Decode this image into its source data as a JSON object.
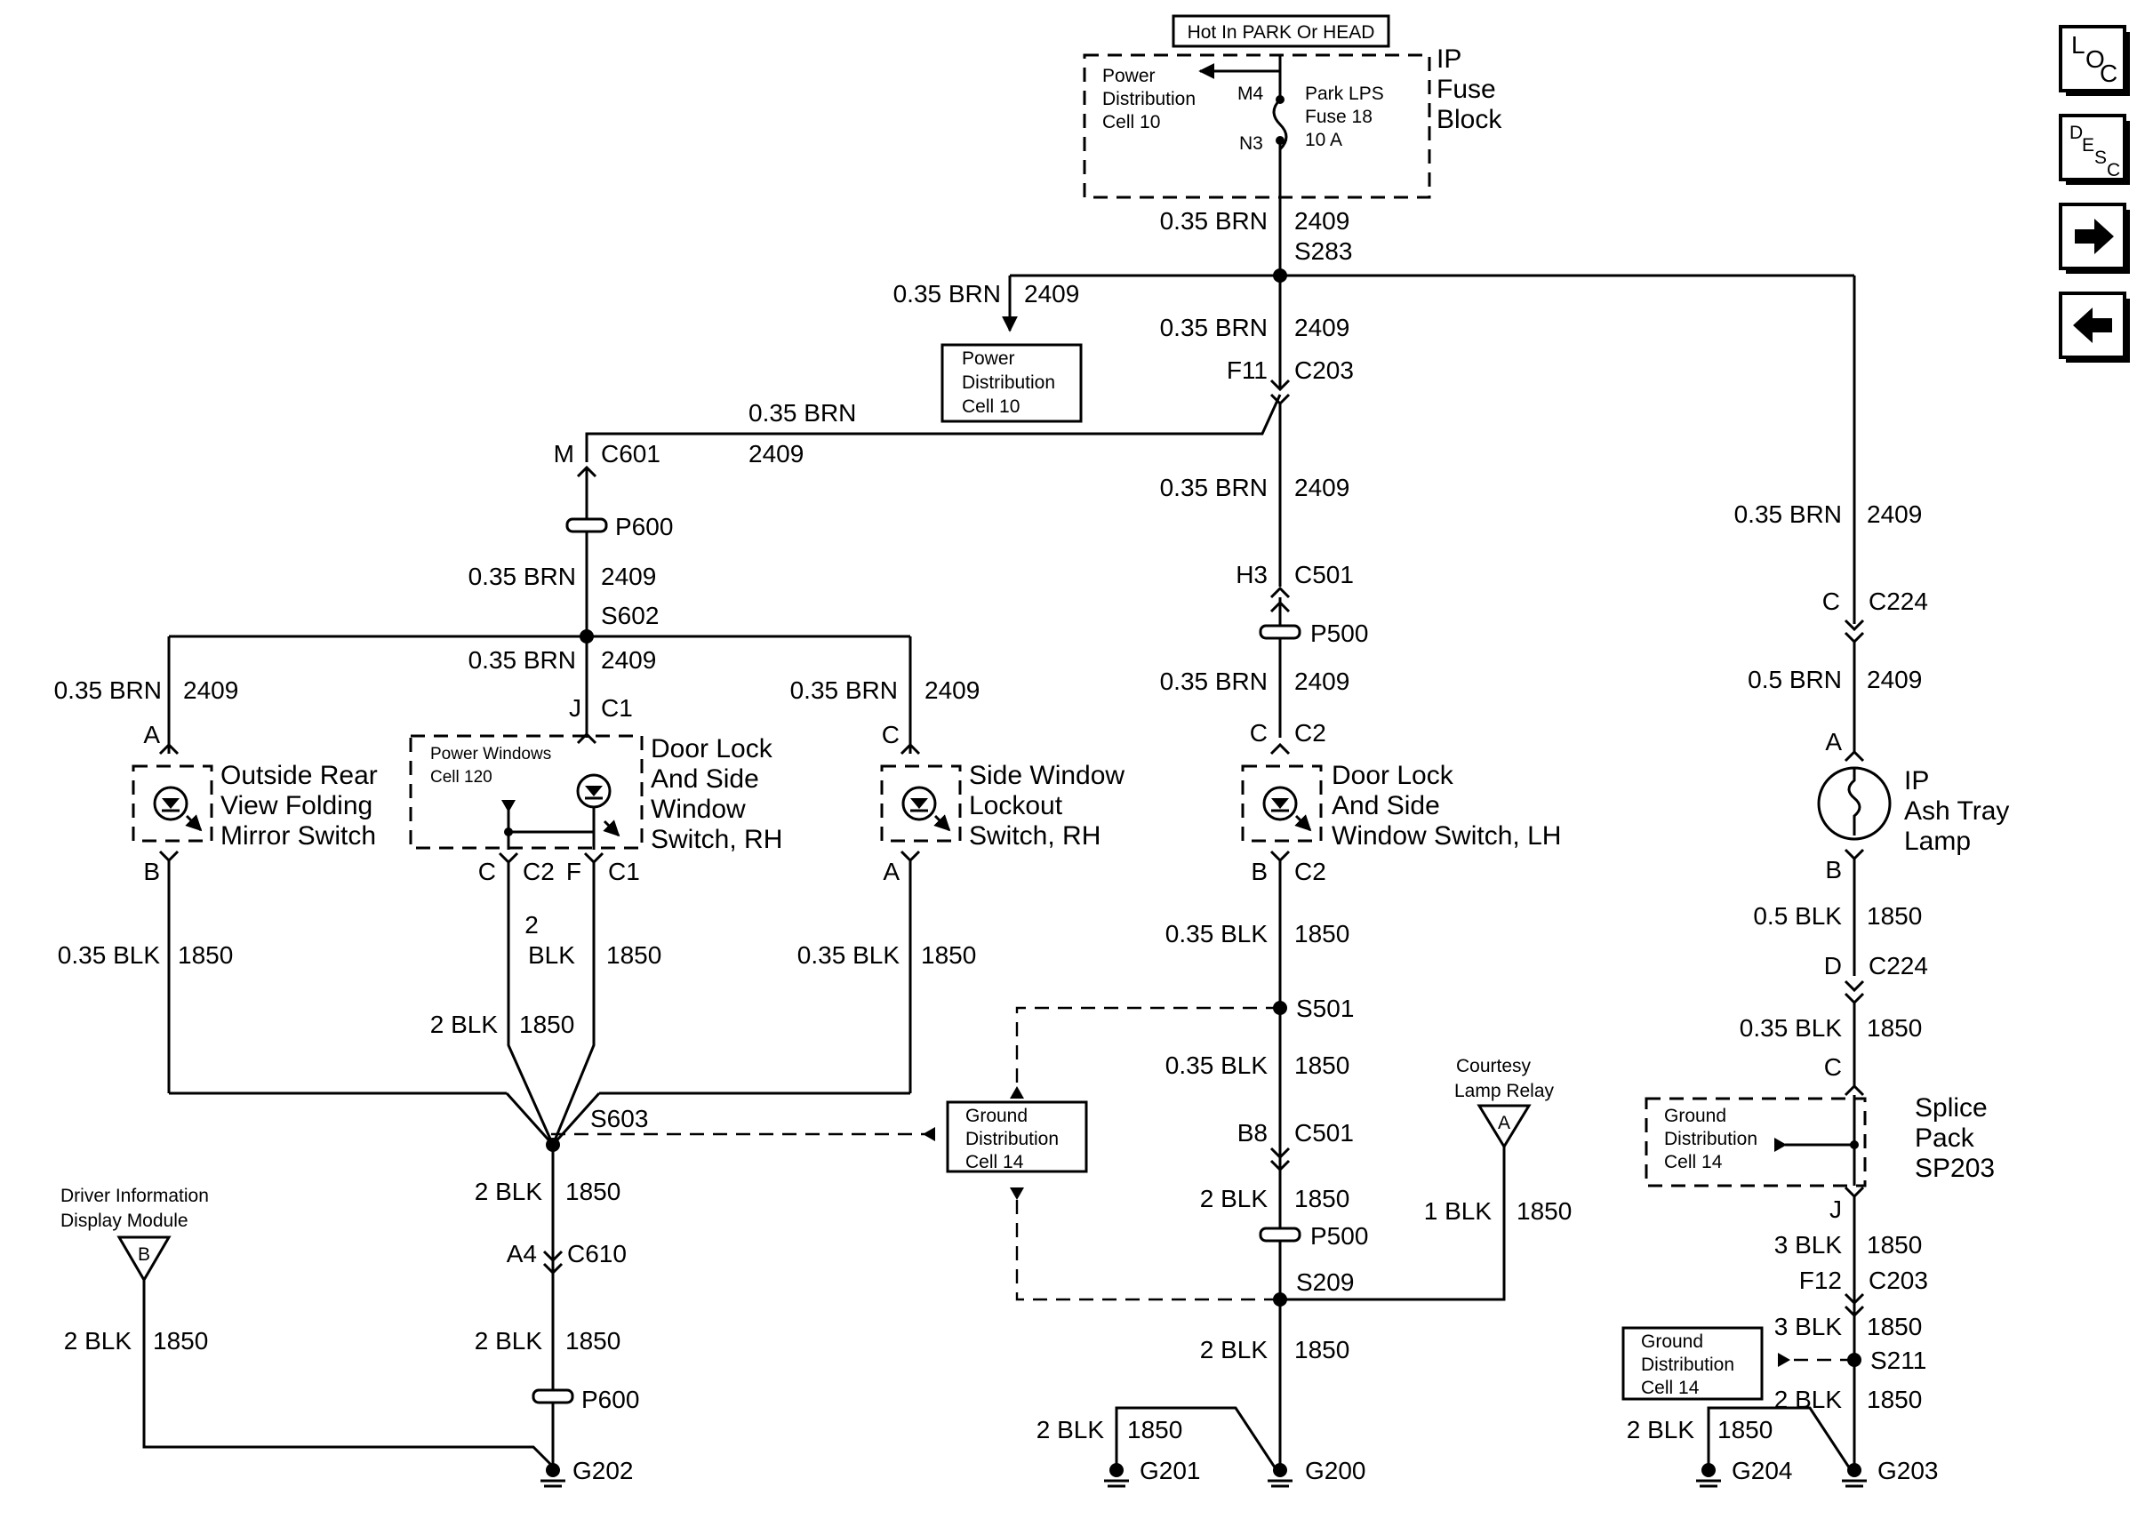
{
  "fuse_block": {
    "hot_label": "Hot In PARK Or HEAD",
    "name_l1": "IP",
    "name_l2": "Fuse",
    "name_l3": "Block",
    "power_dist_l1": "Power",
    "power_dist_l2": "Distribution",
    "power_dist_l3": "Cell 10",
    "m4": "M4",
    "n3": "N3",
    "fuse_l1": "Park LPS",
    "fuse_l2": "Fuse 18",
    "fuse_l3": "10 A"
  },
  "wires": {
    "brn035": "0.35 BRN",
    "brn05": "0.5 BRN",
    "blk035": "0.35 BLK",
    "blk05": "0.5 BLK",
    "blk1": "1 BLK",
    "blk2": "2 BLK",
    "blk3": "3 BLK",
    "two": "2",
    "blk": "BLK",
    "c2409": "2409",
    "c1850": "1850"
  },
  "splices": {
    "s283": "S283",
    "s602": "S602",
    "s603": "S603",
    "s501": "S501",
    "s209": "S209",
    "s211": "S211"
  },
  "connectors": {
    "c203": "C203",
    "f11": "F11",
    "f12": "F12",
    "c601": "C601",
    "m": "M",
    "p600": "P600",
    "p500": "P500",
    "c501": "C501",
    "h3": "H3",
    "b8": "B8",
    "c224": "C224",
    "c": "C",
    "d": "D",
    "a": "A",
    "b": "B",
    "j": "J",
    "f": "F",
    "c1": "C1",
    "c2": "C2",
    "c610": "C610",
    "a4": "A4"
  },
  "components": {
    "power_dist_box_l1": "Power",
    "power_dist_box_l2": "Distribution",
    "power_dist_box_l3": "Cell 10",
    "mirror_l1": "Outside Rear",
    "mirror_l2": "View Folding",
    "mirror_l3": "Mirror Switch",
    "pw_cell_l1": "Power Windows",
    "pw_cell_l2": "Cell 120",
    "dlrh_l1": "Door Lock",
    "dlrh_l2": "And Side",
    "dlrh_l3": "Window",
    "dlrh_l4": "Switch, RH",
    "sw_lock_l1": "Side Window",
    "sw_lock_l2": "Lockout",
    "sw_lock_l3": "Switch, RH",
    "dllh_l1": "Door Lock",
    "dllh_l2": "And Side",
    "dllh_l3": "Window Switch, LH",
    "ash_l1": "IP",
    "ash_l2": "Ash Tray",
    "ash_l3": "Lamp",
    "splice_l1": "Splice",
    "splice_l2": "Pack",
    "splice_l3": "SP203",
    "gd_l1": "Ground",
    "gd_l2": "Distribution",
    "gd_l3": "Cell 14",
    "dim_l1": "Driver Information",
    "dim_l2": "Display Module",
    "dim_flag": "B",
    "court_l1": "Courtesy",
    "court_l2": "Lamp Relay",
    "court_flag": "A"
  },
  "grounds": {
    "g202": "G202",
    "g201": "G201",
    "g200": "G200",
    "g204": "G204",
    "g203": "G203"
  },
  "nav": {
    "loc_l": "L",
    "loc_o": "O",
    "loc_c": "C",
    "desc_d": "D",
    "desc_e": "E",
    "desc_s": "S",
    "desc_c": "C",
    "next_icon": "arrow-right-icon",
    "prev_icon": "arrow-left-icon"
  }
}
